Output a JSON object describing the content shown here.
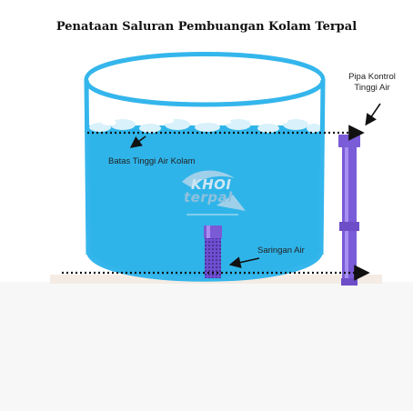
{
  "title": "Penataan Saluran Pembuangan Kolam Terpal",
  "labels": {
    "pipe_line1": "Pipa Kontrol",
    "pipe_line2": "Tinggi Air",
    "water_level": "Batas Tinggi Air Kolam",
    "filter": "Saringan Air"
  },
  "logo": {
    "line1": "KHOI",
    "line2": "terpal"
  },
  "colors": {
    "water": "#2fb4e9",
    "rim": "#34b6ec",
    "pipe": "#7a5bd8",
    "filter": "#7b5ad6",
    "arrow": "#111111"
  },
  "icons": [
    "arrow-right-icon",
    "arrow-pointer-icon"
  ]
}
